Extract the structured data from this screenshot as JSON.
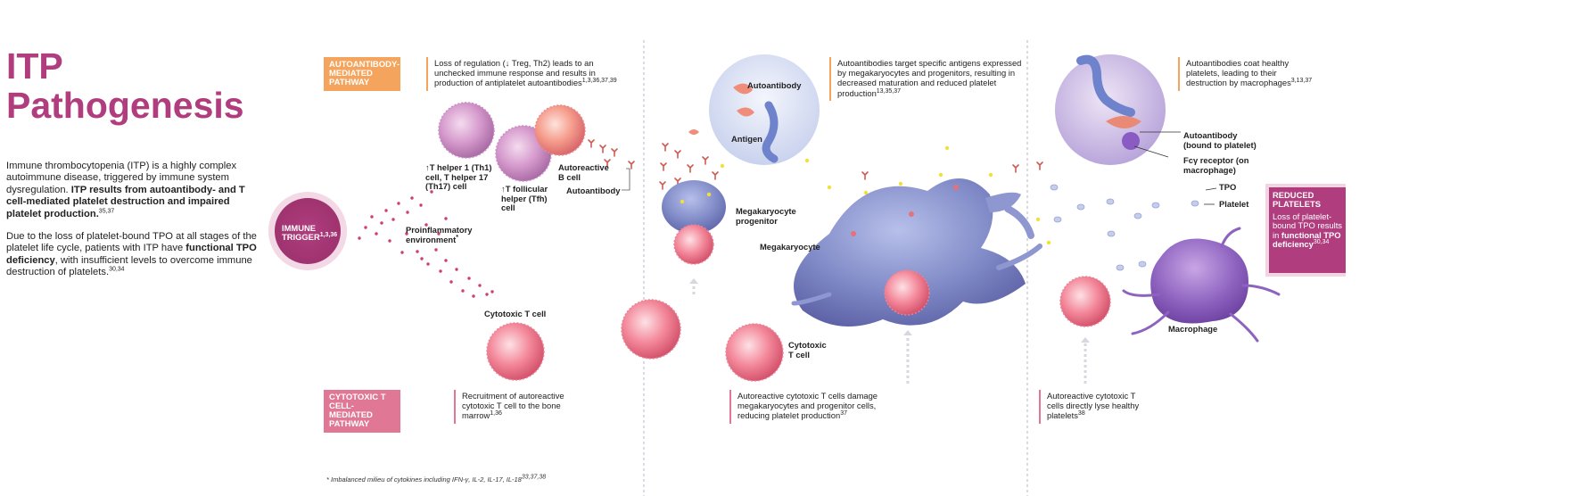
{
  "title": {
    "line1": "ITP",
    "line2": "Pathogenesis"
  },
  "intro": {
    "p1_plain": "Immune thrombocytopenia (ITP) is a highly complex autoimmune disease, triggered by immune system dysregulation. ",
    "p1_bold": "ITP results from autoantibody- and T cell-mediated platelet destruction and impaired platelet production.",
    "p1_ref": "35,37",
    "p2_plain1": "Due to the loss of platelet-bound TPO at all stages of the platelet life cycle, patients with ITP have ",
    "p2_bold": "functional TPO deficiency",
    "p2_plain2": ", with insufficient levels to overcome immune destruction of platelets.",
    "p2_ref": "30,34"
  },
  "trigger": {
    "label": "IMMUNE TRIGGER",
    "ref": "1,3,36"
  },
  "pathways": {
    "autoantibody": {
      "line1": "AUTOANTIBODY-",
      "line2": "MEDIATED",
      "line3": "PATHWAY"
    },
    "cytotoxic": {
      "line1": "CYTOTOXIC T",
      "line2": "CELL-MEDIATED",
      "line3": "PATHWAY"
    }
  },
  "notes": {
    "loss": {
      "text": "Loss of regulation (↓ Treg, Th2) leads to an unchecked immune response and results in production of antiplatelet autoantibodies",
      "ref": "1,3,36,37,39"
    },
    "target": {
      "text": "Autoantibodies target specific antigens expressed by megakaryocytes and progenitors, resulting in decreased maturation and reduced platelet production",
      "ref": "13,35,37"
    },
    "coat": {
      "text": "Autoantibodies coat healthy platelets, leading to their destruction by macrophages",
      "ref": "3,13,37"
    },
    "recruit": {
      "text": "Recruitment of autoreactive cytotoxic T cell to the bone marrow",
      "ref": "1,36"
    },
    "damage": {
      "text": "Autoreactive cytotoxic T cells damage megakaryocytes and progenitor cells, reducing platelet production",
      "ref": "37"
    },
    "lyse": {
      "text": "Autoreactive cytotoxic T cells directly lyse healthy platelets",
      "ref": "38"
    }
  },
  "labels": {
    "th1": "↑T helper 1 (Th1) cell, T helper 17 (Th17) cell",
    "tfh": "↑T follicular helper (Tfh) cell",
    "bcell": "Autoreactive B cell",
    "autoantibody": "Autoantibody",
    "proinflam": "Proinflammatory environment",
    "proinflam_mark": "*",
    "cytotoxic": "Cytotoxic T cell",
    "autoantibody_inset": "Autoantibody",
    "antigen": "Antigen",
    "megaprog": "Megakaryocyte progenitor",
    "megakaryocyte": "Megakaryocyte",
    "cytotoxic2": "Cytotoxic T cell",
    "ab_bound": "Autoantibody (bound to platelet)",
    "fcy": "Fcγ receptor (on macrophage)",
    "tpo": "TPO",
    "platelet": "Platelet",
    "macrophage": "Macrophage"
  },
  "reduced": {
    "title": "REDUCED PLATELETS",
    "plain": "Loss of platelet-bound TPO results in ",
    "bold": "functional TPO deficiency",
    "ref": "30,34"
  },
  "footnote": "* Imbalanced milieu of cytokines including IFN-γ, IL-2, IL-17, IL-18",
  "footnote_ref": "33,37,38",
  "colors": {
    "magenta": "#b03d7e",
    "orange": "#f4a45c",
    "pink": "#e07895",
    "tcell": "#f07a8f",
    "mega": "#7f88c4"
  }
}
